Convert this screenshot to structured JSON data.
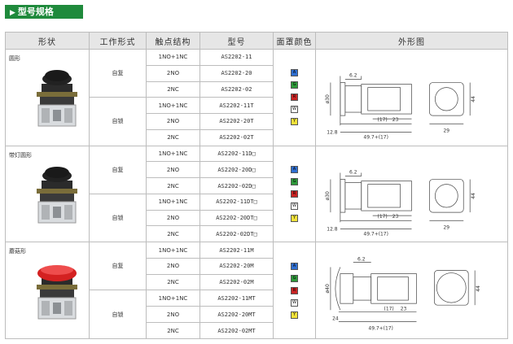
{
  "section_title": "型号规格",
  "headers": {
    "shape": "形状",
    "mode": "工作形式",
    "contact": "触点结构",
    "model": "型号",
    "cover_color": "面罩颜色",
    "outline": "外形图"
  },
  "groups": [
    {
      "shape": "圆形",
      "cap_color": "#1a1a1a",
      "modes": [
        {
          "label": "自复",
          "rows": [
            {
              "contact": "1NO+1NC",
              "model": "AS2202-11"
            },
            {
              "contact": "2NO",
              "model": "AS2202-20"
            },
            {
              "contact": "2NC",
              "model": "AS2202-02"
            }
          ]
        },
        {
          "label": "自锁",
          "rows": [
            {
              "contact": "1NO+1NC",
              "model": "AS2202-11T"
            },
            {
              "contact": "2NO",
              "model": "AS2202-20T"
            },
            {
              "contact": "2NC",
              "model": "AS2202-02T"
            }
          ]
        }
      ]
    },
    {
      "shape": "带灯圆形",
      "cap_color": "#1a1a1a",
      "modes": [
        {
          "label": "自复",
          "rows": [
            {
              "contact": "1NO+1NC",
              "model": "AS2202-11D□"
            },
            {
              "contact": "2NO",
              "model": "AS2202-20D□"
            },
            {
              "contact": "2NC",
              "model": "AS2202-02D□"
            }
          ]
        },
        {
          "label": "自锁",
          "rows": [
            {
              "contact": "1NO+1NC",
              "model": "AS2202-11DT□"
            },
            {
              "contact": "2NO",
              "model": "AS2202-20DT□"
            },
            {
              "contact": "2NC",
              "model": "AS2202-02DT□"
            }
          ]
        }
      ]
    },
    {
      "shape": "蘑菇形",
      "cap_color": "#d42121",
      "modes": [
        {
          "label": "自复",
          "rows": [
            {
              "contact": "1NO+1NC",
              "model": "AS2202-11M"
            },
            {
              "contact": "2NO",
              "model": "AS2202-20M"
            },
            {
              "contact": "2NC",
              "model": "AS2202-02M"
            }
          ]
        },
        {
          "label": "自锁",
          "rows": [
            {
              "contact": "1NO+1NC",
              "model": "AS2202-11MT"
            },
            {
              "contact": "2NO",
              "model": "AS2202-20MT"
            },
            {
              "contact": "2NC",
              "model": "AS2202-02MT"
            }
          ]
        }
      ]
    }
  ],
  "colors": [
    {
      "letter": "A",
      "hex": "#2f6fd1"
    },
    {
      "letter": "G",
      "hex": "#2e9a3a"
    },
    {
      "letter": "R",
      "hex": "#c92323"
    },
    {
      "letter": "W",
      "hex": "#ffffff"
    },
    {
      "letter": "Y",
      "hex": "#f2e23a"
    }
  ],
  "dims": {
    "standard": [
      "6.2",
      "ø30",
      "(17)",
      "23",
      "12.8",
      "49.7+(17)",
      "29",
      "44"
    ],
    "mushroom": [
      "6.2",
      "ø40",
      "(17)",
      "23",
      "24",
      "49.7+(17)",
      "44"
    ]
  }
}
